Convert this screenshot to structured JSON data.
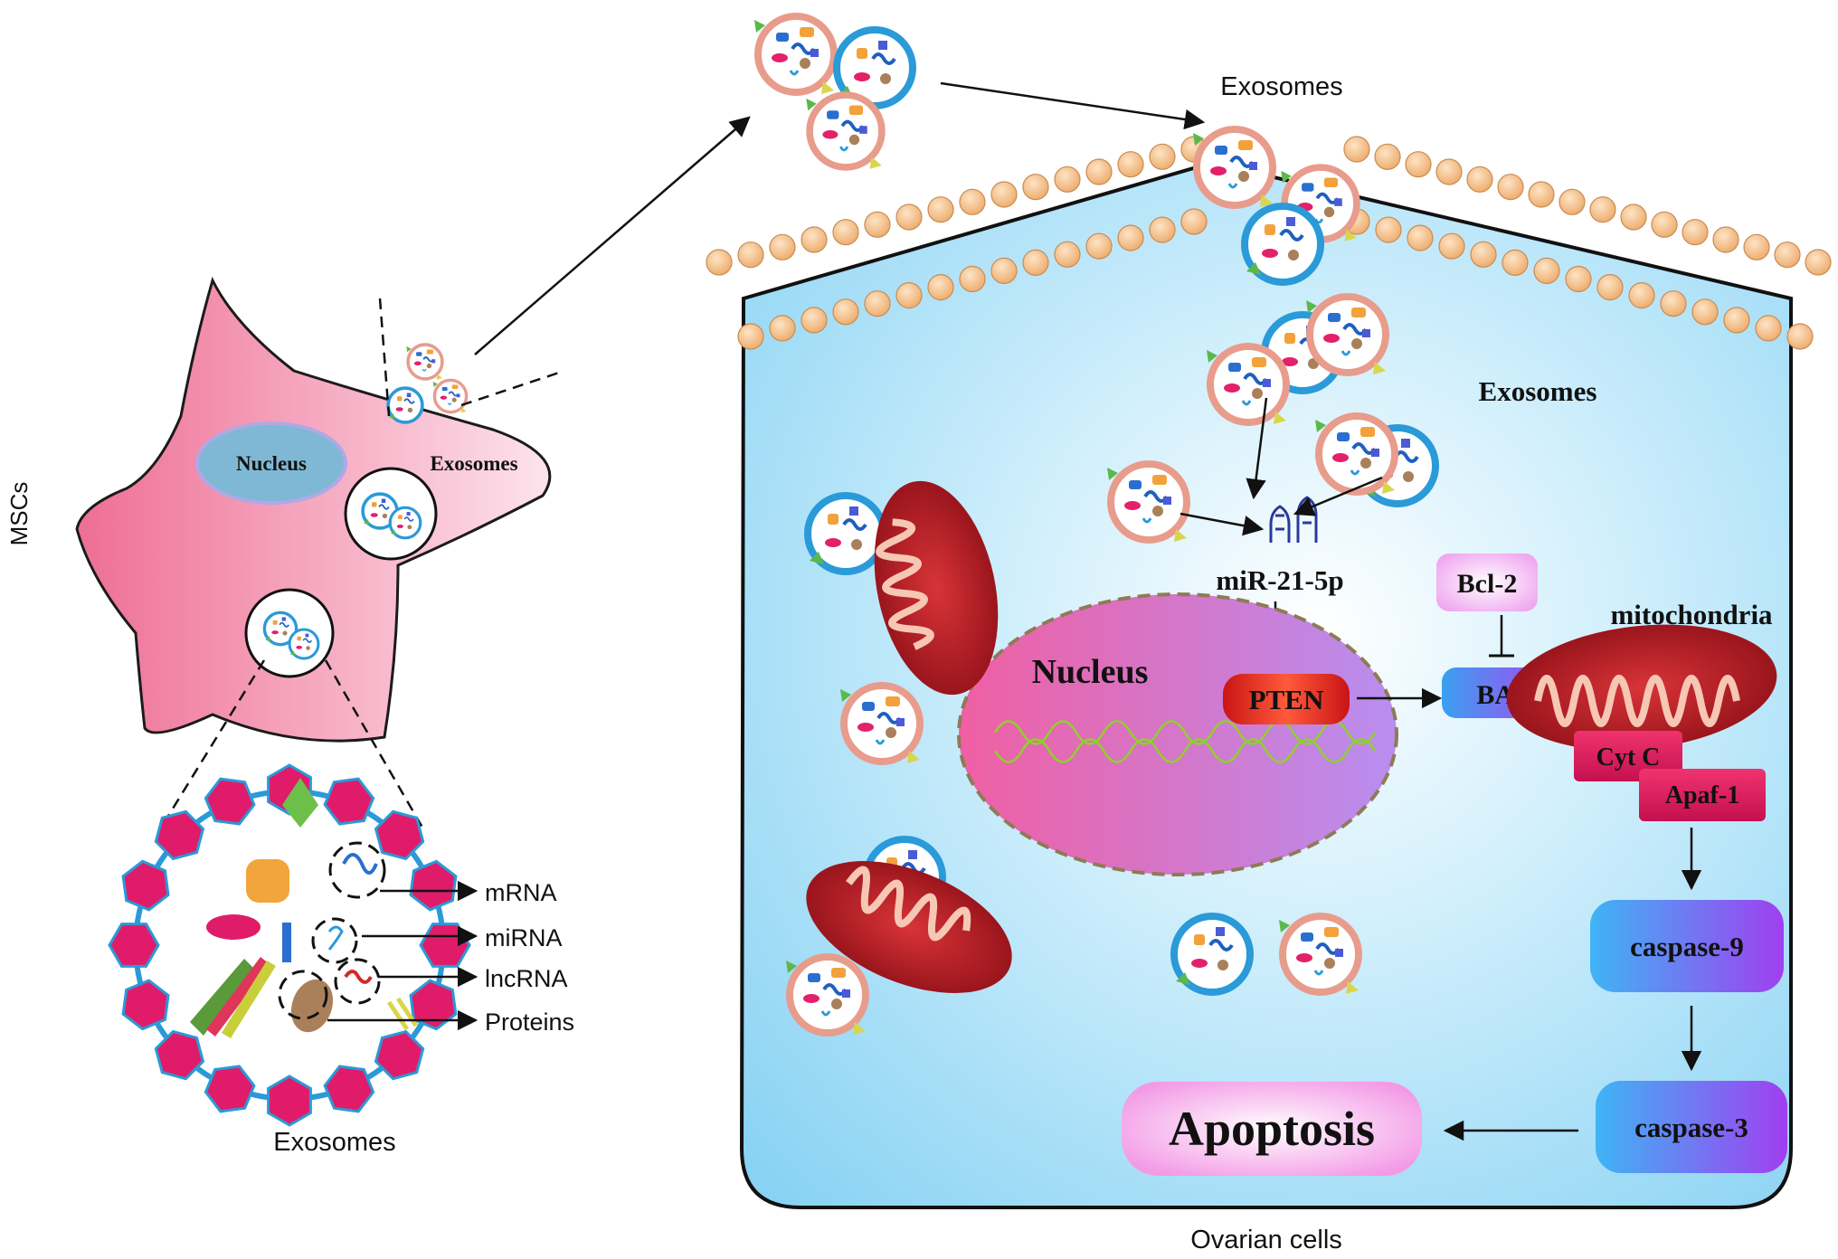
{
  "labels": {
    "mscs": "MSCs",
    "msc_nucleus": "Nucleus",
    "msc_exosomes": "Exosomes",
    "exosome_caption": "Exosomes",
    "top_exosomes": "Exosomes",
    "inner_exosomes": "Exosomes",
    "ovarian_cells": "Ovarian cells",
    "nucleus": "Nucleus",
    "mirna": "miR-21-5p",
    "pten": "PTEN",
    "bcl2": "Bcl-2",
    "bax": "BAX",
    "mitochondria": "mitochondria",
    "cytc": "Cyt C",
    "apaf1": "Apaf-1",
    "caspase9": "caspase-9",
    "caspase3": "caspase-3",
    "apoptosis": "Apoptosis"
  },
  "cargo_items": [
    "mRNA",
    "miRNA",
    "lncRNA",
    "Proteins"
  ],
  "colors": {
    "msc_cell": "#f58aa8",
    "cell_interior": "#9fdcf7",
    "nucleus": "#e06ab8",
    "mitochondria": "#b71f2a",
    "pten": "#e8321e",
    "bax": "#3d8fe0",
    "caspase": "#4aa8f0",
    "apoptosis": "#f4a4e8",
    "bcl2": "#f2b9f2",
    "cyt": "#e01c6a",
    "lipid": "#f6c494",
    "exosome_blue": "#2a9ad8",
    "exosome_pink": "#e89080"
  }
}
